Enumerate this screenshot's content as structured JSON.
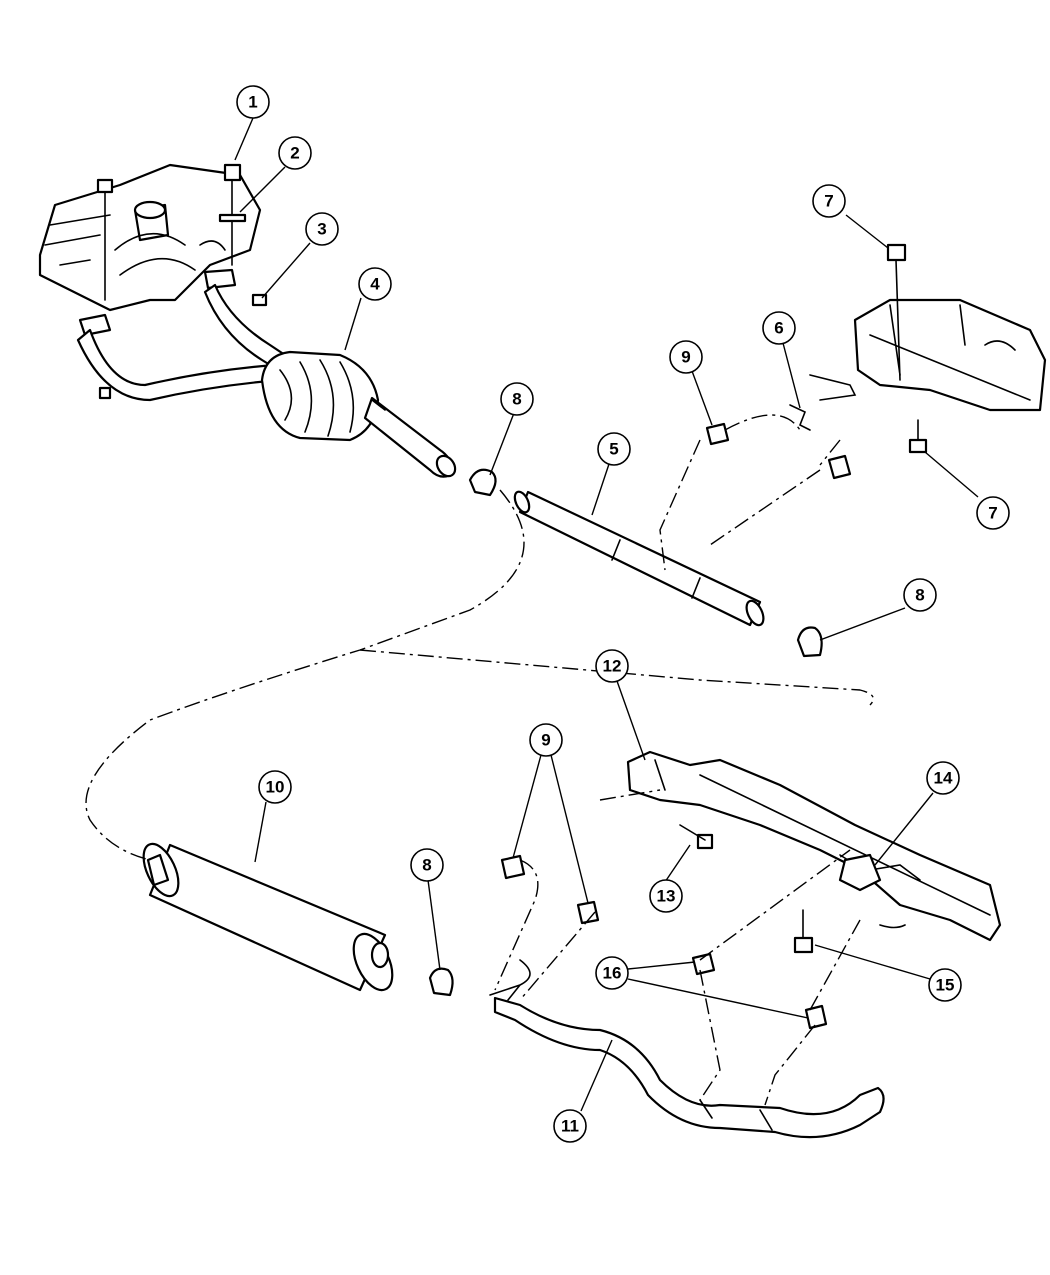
{
  "callouts": [
    "1",
    "2",
    "3",
    "4",
    "5",
    "6",
    "7",
    "7",
    "8",
    "8",
    "8",
    "9",
    "9",
    "10",
    "11",
    "12",
    "13",
    "14",
    "15",
    "16"
  ]
}
